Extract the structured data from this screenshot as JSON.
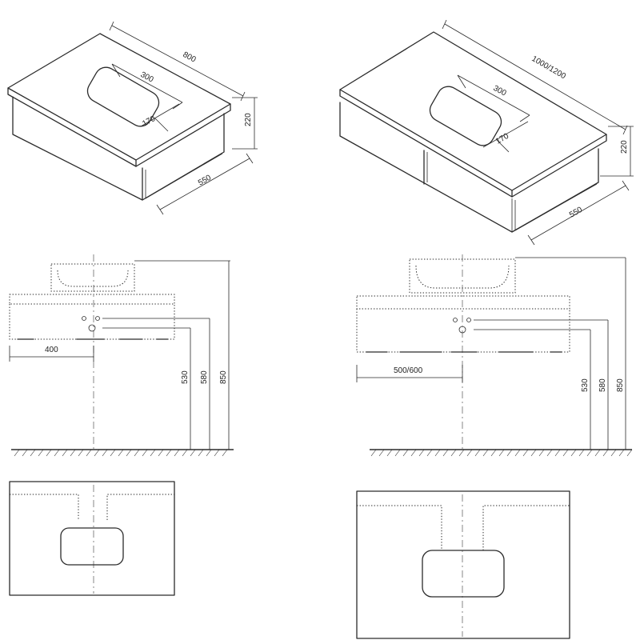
{
  "left_unit": {
    "iso": {
      "width_label": "800",
      "depth_label": "550",
      "height_label": "220",
      "basin_length_label": "300",
      "basin_width_label": "170"
    },
    "front": {
      "center_offset_label": "400",
      "height_530_label": "530",
      "height_580_label": "580",
      "height_850_label": "850"
    }
  },
  "right_unit": {
    "iso": {
      "width_label": "1000/1200",
      "depth_label": "550",
      "height_label": "220",
      "basin_length_label": "300",
      "basin_width_label": "170"
    },
    "front": {
      "center_offset_label": "500/600",
      "height_530_label": "530",
      "height_580_label": "580",
      "height_850_label": "850"
    }
  }
}
